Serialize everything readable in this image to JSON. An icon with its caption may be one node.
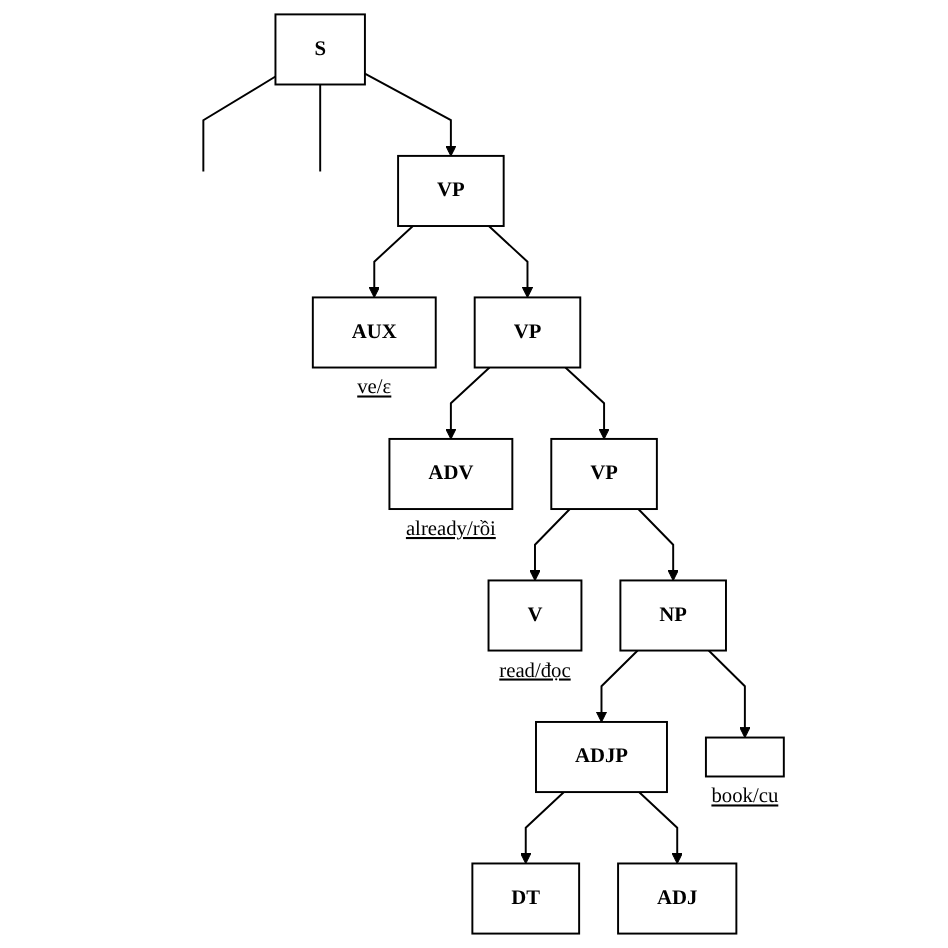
{
  "diagram": {
    "nodes": [
      {
        "text": [
          "S"
        ]
      },
      {
        "text": [
          "VP"
        ]
      },
      {
        "text": [
          "AUX"
        ],
        "beside": [
          "ve/ε"
        ]
      },
      {
        "text": [
          "VP"
        ]
      },
      {
        "text": [
          "ADV"
        ],
        "beside": [
          "already/rồi"
        ]
      },
      {
        "text": [
          "VP"
        ]
      },
      {
        "text": [
          "V"
        ],
        "beside": [
          "read/đọc"
        ]
      },
      {
        "text": [
          "NP"
        ]
      },
      {
        "text": [
          "ADJP"
        ]
      },
      {
        "text": [],
        "shape": "box",
        "beside": [
          "book/cu"
        ]
      },
      {
        "text": [
          "DT"
        ]
      },
      {
        "text": [
          "ADJ"
        ]
      }
    ],
    "edges": [
      {
        "from": 0,
        "to": null,
        "arrow": "none"
      },
      {
        "from": 0,
        "to": 1,
        "arrow": "to"
      },
      {
        "from": 0,
        "to": null,
        "arrow": "none"
      },
      {
        "from": 1,
        "to": 2,
        "arrow": "to"
      },
      {
        "from": 1,
        "to": 3,
        "arrow": "to"
      },
      {
        "from": 3,
        "to": 4,
        "arrow": "to"
      },
      {
        "from": 3,
        "to": 5,
        "arrow": "to"
      },
      {
        "from": 5,
        "to": 6,
        "arrow": "to"
      },
      {
        "from": 5,
        "to": 7,
        "arrow": "to"
      },
      {
        "from": 7,
        "to": 8,
        "arrow": "to"
      },
      {
        "from": 7,
        "to": 9,
        "arrow": "to"
      },
      {
        "from": 8,
        "to": 10,
        "arrow": "to"
      },
      {
        "from": 8,
        "to": 11,
        "arrow": "to"
      }
    ]
  }
}
